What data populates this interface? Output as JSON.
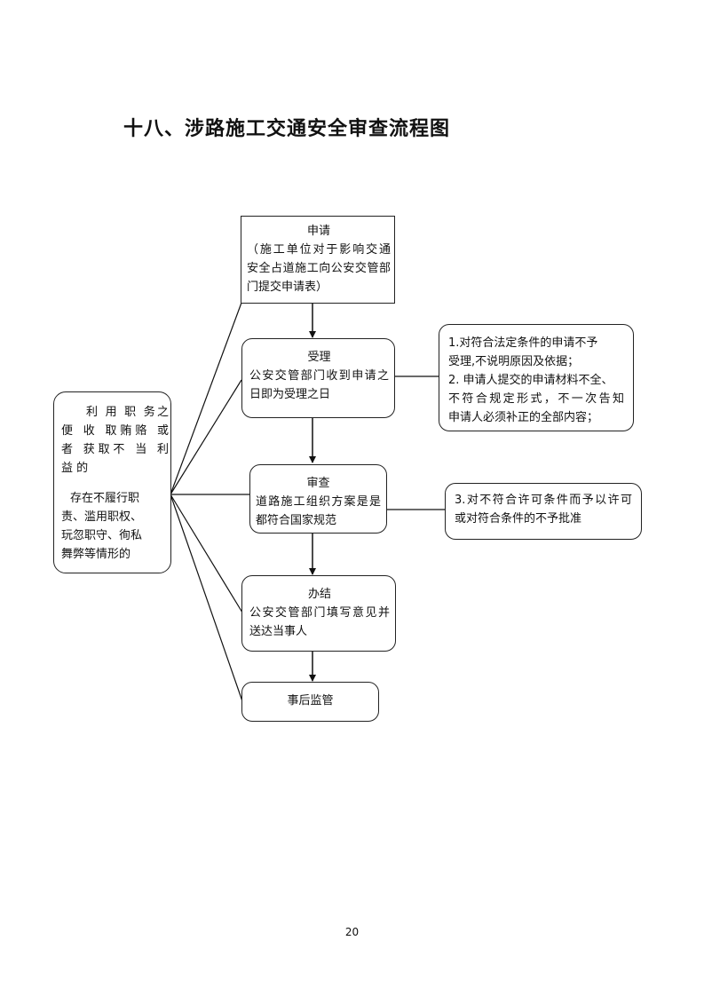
{
  "title": "十八、涉路施工交通安全审查流程图",
  "nodes": {
    "apply": {
      "heading": "申请",
      "lines": [
        "（施工单位对于影响交通",
        "安全占道施工向公安交管部",
        "门提交申请表）"
      ]
    },
    "accept": {
      "heading": "受理",
      "lines": [
        "公安交管部门收到申请之",
        "日即为受理之日"
      ]
    },
    "review": {
      "heading": "审查",
      "lines": [
        "道路施工组织方案是是",
        "都符合国家规范"
      ]
    },
    "conclude": {
      "heading": "办结",
      "lines": [
        "公安交管部门填写意见并",
        "送达当事人"
      ]
    },
    "supervise": {
      "heading": "事后监管"
    },
    "accept_note": {
      "lines": [
        "1.对符合法定条件的申请不予",
        "受理,不说明原因及依据；",
        "2. 申请人提交的申请材料不全、",
        "不符合规定形式，不一次告知",
        "申请人必须补正的全部内容；"
      ]
    },
    "review_note": {
      "lines": [
        "3.对不符合许可条件而予以许可",
        "或对符合条件的不予批准"
      ]
    },
    "risk": {
      "lines": [
        "利 用 职 务之",
        "便 收 取贿赂 或",
        "者 获取不 当 利",
        "益 的"
      ],
      "lines2": [
        "存在不履行职",
        "责、滥用职权、",
        "玩忽职守、徇私",
        "舞弊等情形的"
      ]
    }
  },
  "page_number": "20"
}
